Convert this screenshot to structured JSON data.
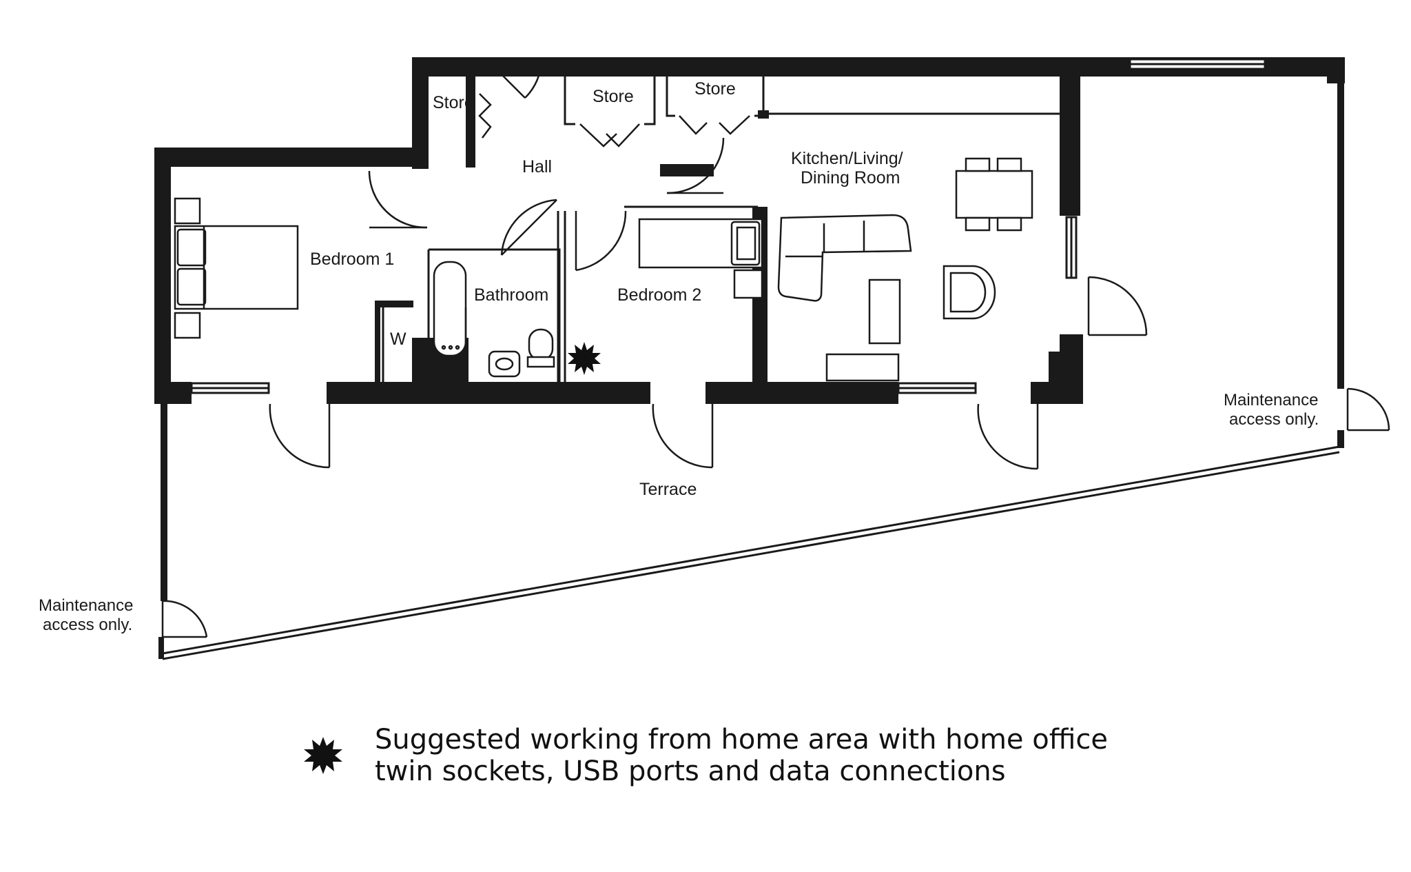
{
  "rooms": {
    "store_1": "Store",
    "store_2": "Store",
    "store_3": "Store",
    "hall": "Hall",
    "kitchen_line1": "Kitchen/Living/",
    "kitchen_line2": "Dining Room",
    "bedroom_1": "Bedroom 1",
    "bedroom_2": "Bedroom 2",
    "bathroom": "Bathroom",
    "wardrobe": "W",
    "terrace": "Terrace"
  },
  "maintenance": {
    "right_line1": "Maintenance",
    "right_line2": "access only.",
    "left_line1": "Maintenance",
    "left_line2": "access only."
  },
  "legend": {
    "icon": "star-burst-icon",
    "line1": "Suggested working from home area with home office",
    "line2": "twin sockets, USB ports and data connections"
  },
  "colors": {
    "wall": "#1a1a1a",
    "line": "#1a1a1a",
    "background": "#ffffff"
  }
}
